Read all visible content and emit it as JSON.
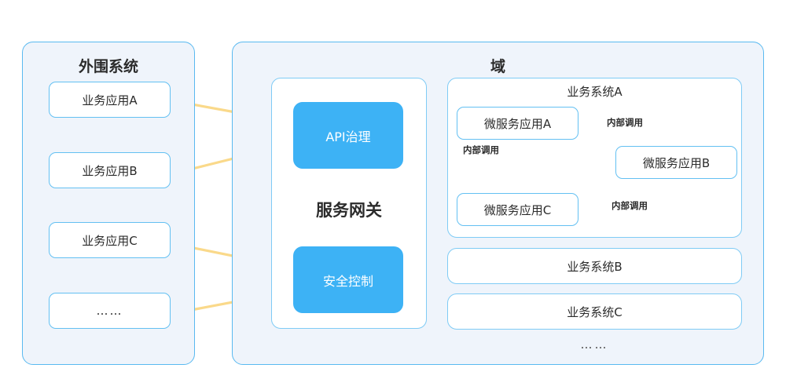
{
  "diagram": {
    "title_left": "外围系统",
    "title_right": "域",
    "gateway_label": "服务网关",
    "ellipsis": "……"
  },
  "external": {
    "title": "外围系统",
    "apps": [
      {
        "label": "业务应用A"
      },
      {
        "label": "业务应用B"
      },
      {
        "label": "业务应用C"
      },
      {
        "label": "……"
      }
    ]
  },
  "gateway": {
    "title": "服务网关",
    "modules": [
      {
        "label": "API治理"
      },
      {
        "label": "安全控制"
      }
    ]
  },
  "domain": {
    "title": "域",
    "systems": [
      {
        "title": "业务系统A",
        "services": [
          {
            "label": "微服务应用A"
          },
          {
            "label": "微服务应用B"
          },
          {
            "label": "微服务应用C"
          }
        ],
        "edge_labels": [
          {
            "label": "内部调用"
          },
          {
            "label": "内部调用"
          },
          {
            "label": "内部调用"
          }
        ]
      },
      {
        "title": "业务系统B",
        "services": [],
        "edge_labels": []
      },
      {
        "title": "业务系统C",
        "services": [],
        "edge_labels": []
      }
    ],
    "ellipsis": "……"
  },
  "colors": {
    "panel_fill": "#eff4fb",
    "panel_border": "#59b9f0",
    "node_border": "#63c0f2",
    "accent_blue": "#3db2f5",
    "arrow_gold": "#fcd98a",
    "text": "#2b2b2b"
  }
}
